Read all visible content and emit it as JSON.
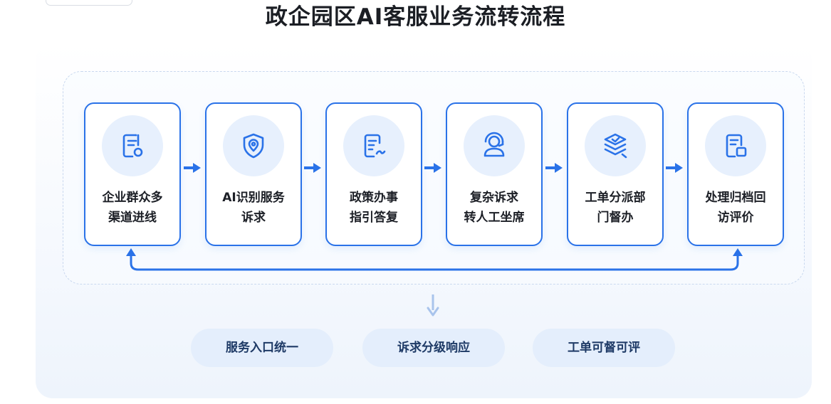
{
  "title": "政企园区AI客服业务流转流程",
  "steps": [
    {
      "icon": "document-search-icon",
      "line1": "企业群众多",
      "line2": "渠道进线"
    },
    {
      "icon": "shield-location-icon",
      "line1": "AI识别服务",
      "line2": "诉求"
    },
    {
      "icon": "policy-document-icon",
      "line1": "政策办事",
      "line2": "指引答复"
    },
    {
      "icon": "agent-user-icon",
      "line1": "复杂诉求",
      "line2": "转人工坐席"
    },
    {
      "icon": "layers-stack-icon",
      "line1": "工单分派部",
      "line2": "门督办"
    },
    {
      "icon": "archive-document-icon",
      "line1": "处理归档回",
      "line2": "访评价"
    }
  ],
  "outcomes": [
    "服务入口统一",
    "诉求分级响应",
    "工单可督可评"
  ],
  "colors": {
    "accent": "#2a72e8",
    "icon_bg": "#e7f0fd",
    "pill_bg": "#e4eefc",
    "title": "#1b1e24"
  }
}
